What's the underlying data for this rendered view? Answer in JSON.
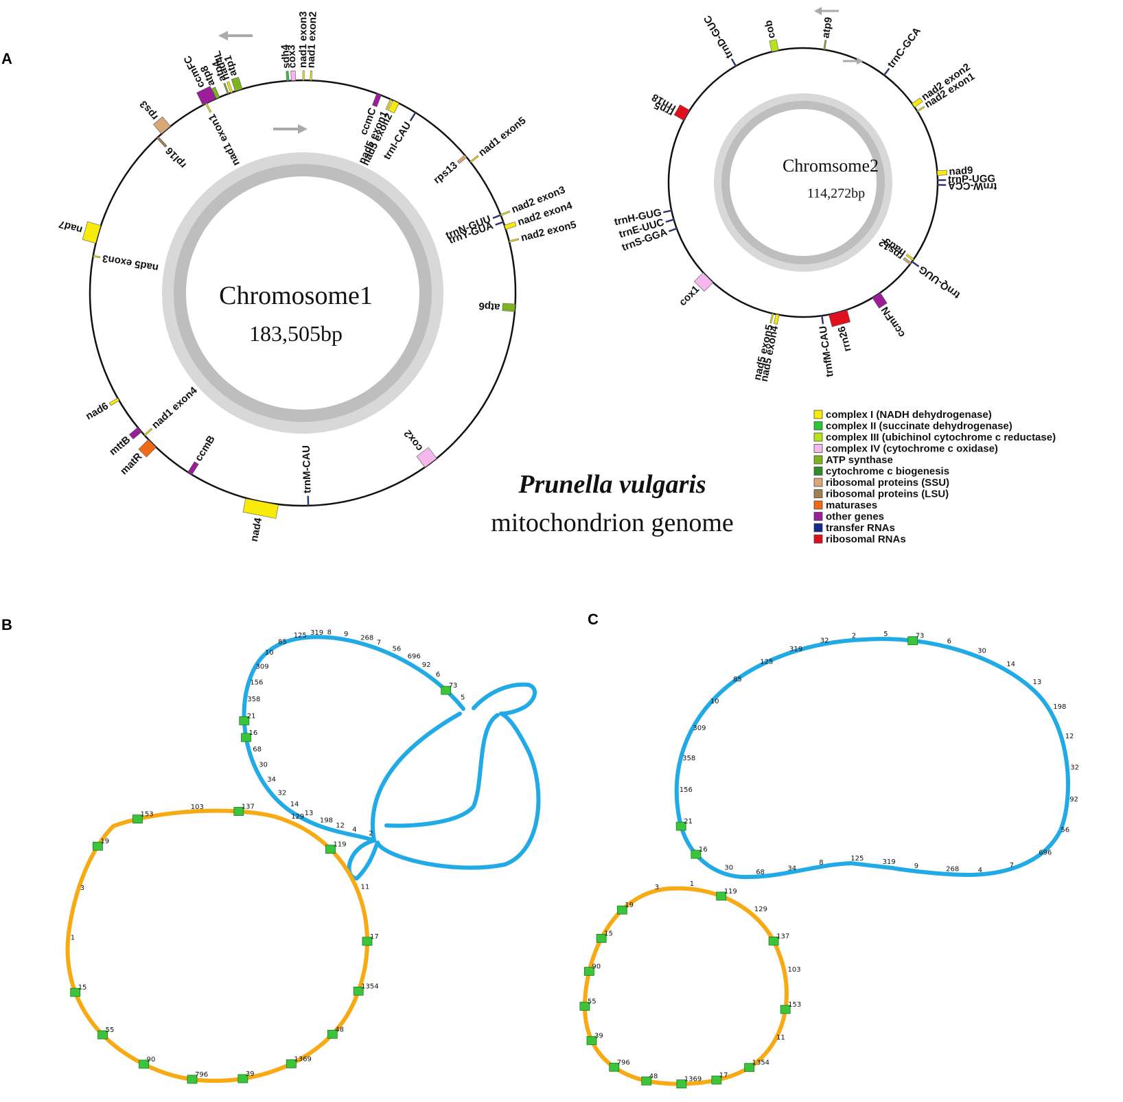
{
  "panels": {
    "a": "A",
    "b": "B",
    "c": "C"
  },
  "species": "Prunella vulgaris",
  "subtitle": "mitochondrion genome",
  "colors": {
    "complex1": "#f8ea0a",
    "complex2": "#2fc43a",
    "complex3": "#b6e21e",
    "complex4": "#f4b8ee",
    "atp": "#7fb421",
    "cytc": "#2e8b2e",
    "rps": "#d8a878",
    "rpl": "#a08052",
    "mat": "#f06a1a",
    "other": "#9a1e98",
    "trna": "#1b2a8a",
    "rrna": "#e0101e",
    "blue_path": "#21aae6",
    "orange_path": "#f7aa14",
    "green_node": "#3cc43c",
    "pink_node": "#f1a8a8"
  },
  "legend": [
    {
      "label": "complex I (NADH dehydrogenase)",
      "color": "#f8ea0a"
    },
    {
      "label": "complex II (succinate dehydrogenase)",
      "color": "#2fc43a"
    },
    {
      "label": "complex III (ubichinol cytochrome c reductase)",
      "color": "#b6e21e"
    },
    {
      "label": "complex IV (cytochrome c oxidase)",
      "color": "#f4b8ee"
    },
    {
      "label": "ATP synthase",
      "color": "#7fb421"
    },
    {
      "label": "cytochrome c biogenesis",
      "color": "#2e8b2e"
    },
    {
      "label": "ribosomal proteins (SSU)",
      "color": "#d8a878"
    },
    {
      "label": "ribosomal proteins (LSU)",
      "color": "#a08052"
    },
    {
      "label": "maturases",
      "color": "#f06a1a"
    },
    {
      "label": "other genes",
      "color": "#9a1e98"
    },
    {
      "label": "transfer RNAs",
      "color": "#1b2a8a"
    },
    {
      "label": "ribosomal RNAs",
      "color": "#e0101e"
    }
  ],
  "chrom1": {
    "name": "Chromosome1",
    "length": "183,505bp",
    "genes": [
      {
        "name": "ccmFC",
        "angle": -26,
        "cat": "other",
        "w": 4,
        "h": 20,
        "side": "out"
      },
      {
        "name": "sdh4",
        "angle": -4,
        "cat": "complex2",
        "w": 0.6,
        "h": 14,
        "side": "out"
      },
      {
        "name": "cox3",
        "angle": -2.5,
        "cat": "complex4",
        "w": 1.2,
        "h": 14,
        "side": "out"
      },
      {
        "name": "nad1 exon3",
        "angle": 0.2,
        "cat": "complex1",
        "w": 0.4,
        "h": 14,
        "side": "out"
      },
      {
        "name": "nad1 exon2",
        "angle": 2.2,
        "cat": "complex1",
        "w": 0.4,
        "h": 14,
        "side": "out"
      },
      {
        "name": "ccmC",
        "angle": 21,
        "cat": "other",
        "w": 1.3,
        "h": 18,
        "side": "in"
      },
      {
        "name": "nad5 exon1",
        "angle": 24.5,
        "cat": "complex1",
        "w": 0.4,
        "h": 16,
        "side": "in"
      },
      {
        "name": "nad5 exon2",
        "angle": 26,
        "cat": "complex1",
        "w": 1.8,
        "h": 16,
        "side": "in"
      },
      {
        "name": "trnI-CAU",
        "angle": 32,
        "cat": "trna",
        "w": 0.3,
        "h": 14,
        "side": "in"
      },
      {
        "name": "rps13",
        "angle": 50,
        "cat": "rps",
        "w": 0.8,
        "h": 14,
        "side": "in"
      },
      {
        "name": "nad1 exon5",
        "angle": 52,
        "cat": "complex1",
        "w": 0.3,
        "h": 14,
        "side": "out"
      },
      {
        "name": "trnN-GUU",
        "angle": 68.5,
        "cat": "trna",
        "w": 0.3,
        "h": 12,
        "side": "in"
      },
      {
        "name": "trnY-GUA",
        "angle": 70.5,
        "cat": "trna",
        "w": 0.3,
        "h": 12,
        "side": "in"
      },
      {
        "name": "nad2 exon3",
        "angle": 68.5,
        "cat": "complex1",
        "w": 0.3,
        "h": 14,
        "side": "out"
      },
      {
        "name": "nad2 exon4",
        "angle": 72,
        "cat": "complex1",
        "w": 1.2,
        "h": 16,
        "side": "out"
      },
      {
        "name": "nad2 exon5",
        "angle": 76,
        "cat": "complex1",
        "w": 0.3,
        "h": 14,
        "side": "out"
      },
      {
        "name": "atp6",
        "angle": 94,
        "cat": "atp",
        "w": 2,
        "h": 18,
        "side": "in"
      },
      {
        "name": "cox2",
        "angle": 143,
        "cat": "complex4",
        "w": 4,
        "h": 20,
        "side": "in"
      },
      {
        "name": "trnM-CAU",
        "angle": 178.5,
        "cat": "trna",
        "w": 0.3,
        "h": 14,
        "side": "in"
      },
      {
        "name": "nad4",
        "angle": 191,
        "cat": "complex1",
        "w": 9,
        "h": 20,
        "side": "out"
      },
      {
        "name": "ccmB",
        "angle": 212,
        "cat": "other",
        "w": 1.3,
        "h": 18,
        "side": "in"
      },
      {
        "name": "matR",
        "angle": 225,
        "cat": "mat",
        "w": 3,
        "h": 20,
        "side": "out"
      },
      {
        "name": "nad1 exon4",
        "angle": 228,
        "cat": "complex1",
        "w": 0.3,
        "h": 14,
        "side": "in"
      },
      {
        "name": "mttB",
        "angle": 230,
        "cat": "other",
        "w": 1.6,
        "h": 16,
        "side": "out"
      },
      {
        "name": "nad6",
        "angle": 240,
        "cat": "complex1",
        "w": 0.8,
        "h": 14,
        "side": "out"
      },
      {
        "name": "nad5 exon3",
        "angle": 280,
        "cat": "complex1",
        "w": 0.3,
        "h": 10,
        "side": "in"
      },
      {
        "name": "nad7",
        "angle": 286,
        "cat": "complex1",
        "w": 5,
        "h": 20,
        "side": "out"
      },
      {
        "name": "rpl16",
        "angle": 317,
        "cat": "rpl",
        "w": 0.6,
        "h": 18,
        "side": "in"
      },
      {
        "name": "rps3",
        "angle": 320,
        "cat": "rps",
        "w": 3.2,
        "h": 18,
        "side": "out"
      },
      {
        "name": "nad1 exon1",
        "angle": 333,
        "cat": "complex1",
        "w": 0.4,
        "h": 14,
        "side": "in"
      },
      {
        "name": "atp8",
        "angle": 336.5,
        "cat": "atp",
        "w": 1,
        "h": 16,
        "side": "out"
      },
      {
        "name": "atp4",
        "angle": 339.5,
        "cat": "atp",
        "w": 0.4,
        "h": 16,
        "side": "out"
      },
      {
        "name": "nad4L",
        "angle": 340.5,
        "cat": "complex1",
        "w": 0.6,
        "h": 16,
        "side": "out"
      },
      {
        "name": "atp1",
        "angle": 342.5,
        "cat": "atp",
        "w": 2,
        "h": 18,
        "side": "out"
      }
    ]
  },
  "chrom2": {
    "name": "Chromsome2",
    "length": "114,272bp",
    "genes": [
      {
        "name": "atp9",
        "angle": 9,
        "cat": "atp",
        "w": 0.5,
        "h": 14,
        "side": "out"
      },
      {
        "name": "cob",
        "angle": -12,
        "cat": "complex3",
        "w": 3,
        "h": 16,
        "side": "out"
      },
      {
        "name": "trnD-GUC",
        "angle": -30,
        "cat": "trna",
        "w": 0.4,
        "h": 12,
        "side": "out"
      },
      {
        "name": "trnC-GCA",
        "angle": 37,
        "cat": "trna",
        "w": 0.4,
        "h": 12,
        "side": "out"
      },
      {
        "name": "nad2 exon2",
        "angle": 55,
        "cat": "complex1",
        "w": 2,
        "h": 14,
        "side": "out"
      },
      {
        "name": "nad2 exon1",
        "angle": 58,
        "cat": "complex1",
        "w": 0.5,
        "h": 12,
        "side": "out"
      },
      {
        "name": "nad9",
        "angle": 86,
        "cat": "complex1",
        "w": 2,
        "h": 14,
        "side": "out"
      },
      {
        "name": "trnP-UGG",
        "angle": 89,
        "cat": "trna",
        "w": 0.4,
        "h": 12,
        "side": "out"
      },
      {
        "name": "trnW-CCA",
        "angle": 91,
        "cat": "trna",
        "w": 0.4,
        "h": 12,
        "side": "out"
      },
      {
        "name": "nad3",
        "angle": 125,
        "cat": "complex1",
        "w": 0.8,
        "h": 12,
        "side": "in"
      },
      {
        "name": "rps12",
        "angle": 127,
        "cat": "rps",
        "w": 1,
        "h": 12,
        "side": "in"
      },
      {
        "name": "trnQ-UUG",
        "angle": 126,
        "cat": "trna",
        "w": 0.4,
        "h": 12,
        "side": "out"
      },
      {
        "name": "ccmFN",
        "angle": 147,
        "cat": "other",
        "w": 4,
        "h": 18,
        "side": "out"
      },
      {
        "name": "rrn26",
        "angle": 165,
        "cat": "rrna",
        "w": 8,
        "h": 18,
        "side": "out"
      },
      {
        "name": "trnfM-CAU",
        "angle": 172,
        "cat": "trna",
        "w": 0.4,
        "h": 12,
        "side": "out"
      },
      {
        "name": "nad5 exon4",
        "angle": 191,
        "cat": "complex1",
        "w": 1.4,
        "h": 14,
        "side": "out"
      },
      {
        "name": "nad5 exon5",
        "angle": 193,
        "cat": "complex1",
        "w": 0.5,
        "h": 14,
        "side": "out"
      },
      {
        "name": "cox1",
        "angle": 225,
        "cat": "complex4",
        "w": 6,
        "h": 18,
        "side": "out"
      },
      {
        "name": "trnS-GGA",
        "angle": 250,
        "cat": "trna",
        "w": 0.4,
        "h": 12,
        "side": "out"
      },
      {
        "name": "trnE-UUC",
        "angle": 254,
        "cat": "trna",
        "w": 0.4,
        "h": 12,
        "side": "out"
      },
      {
        "name": "trnH-GUG",
        "angle": 258,
        "cat": "trna",
        "w": 0.4,
        "h": 12,
        "side": "out"
      },
      {
        "name": "rrn5",
        "angle": 298,
        "cat": "rrna",
        "w": 0.6,
        "h": 16,
        "side": "out"
      },
      {
        "name": "rrn18",
        "angle": 300,
        "cat": "rrna",
        "w": 5,
        "h": 16,
        "side": "out"
      }
    ]
  },
  "graph_b": {
    "blue_labels": [
      "5",
      "73",
      "6",
      "92",
      "696",
      "56",
      "7",
      "268",
      "9",
      "8",
      "319",
      "125",
      "85",
      "10",
      "309",
      "156",
      "358",
      "21",
      "16",
      "68",
      "30",
      "34",
      "32",
      "14",
      "13",
      "198",
      "12",
      "4",
      "2"
    ],
    "orange_labels": [
      "153",
      "103",
      "137",
      "129",
      "119",
      "11",
      "17",
      "1354",
      "48",
      "1369",
      "39",
      "796",
      "90",
      "55",
      "15",
      "1",
      "3",
      "19"
    ]
  },
  "graph_c": {
    "blue_labels": [
      "5",
      "73",
      "6",
      "30",
      "14",
      "13",
      "198",
      "12",
      "32",
      "92",
      "56",
      "696",
      "7",
      "4",
      "268",
      "9",
      "319",
      "125",
      "8",
      "34",
      "68",
      "30",
      "16",
      "21",
      "156",
      "358",
      "309",
      "10",
      "85",
      "125",
      "319",
      "32",
      "2"
    ],
    "orange_labels": [
      "1",
      "119",
      "129",
      "137",
      "103",
      "153",
      "11",
      "1354",
      "17",
      "1369",
      "48",
      "796",
      "39",
      "55",
      "90",
      "15",
      "19",
      "3"
    ]
  }
}
